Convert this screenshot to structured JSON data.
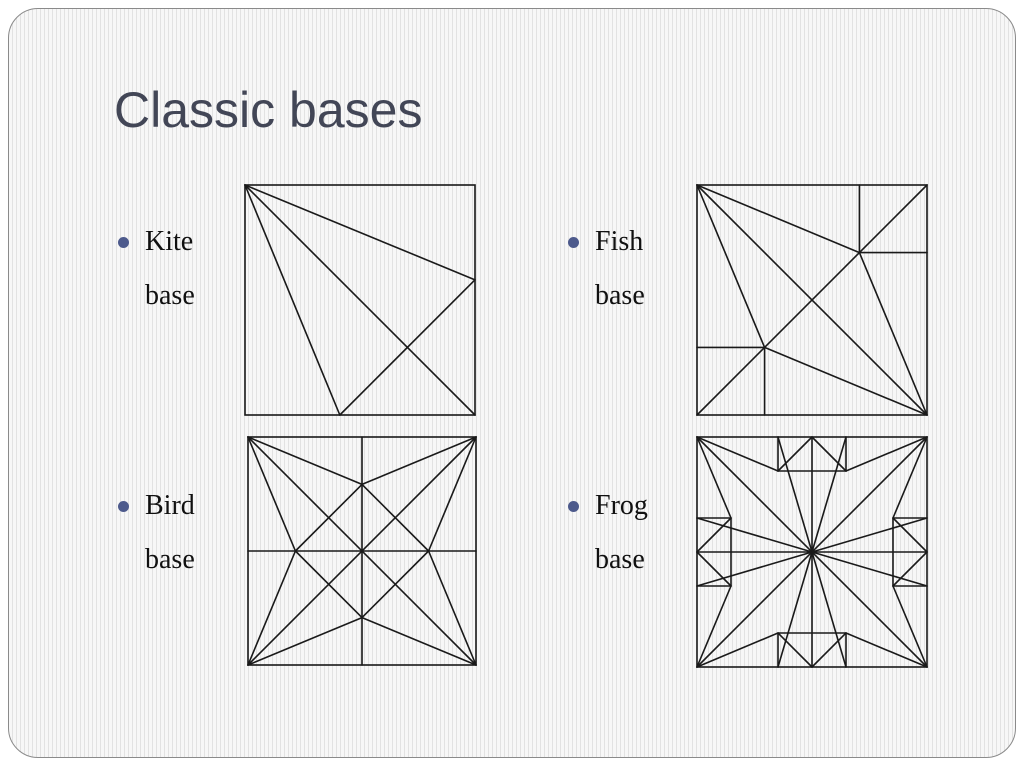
{
  "slide": {
    "title": "Classic bases",
    "accent_color": "#4d5a8c",
    "title_color": "#424656"
  },
  "bases": [
    {
      "id": "kite",
      "label": "Kite base"
    },
    {
      "id": "fish",
      "label": "Fish base"
    },
    {
      "id": "bird",
      "label": "Bird base"
    },
    {
      "id": "frog",
      "label": "Frog base"
    }
  ]
}
